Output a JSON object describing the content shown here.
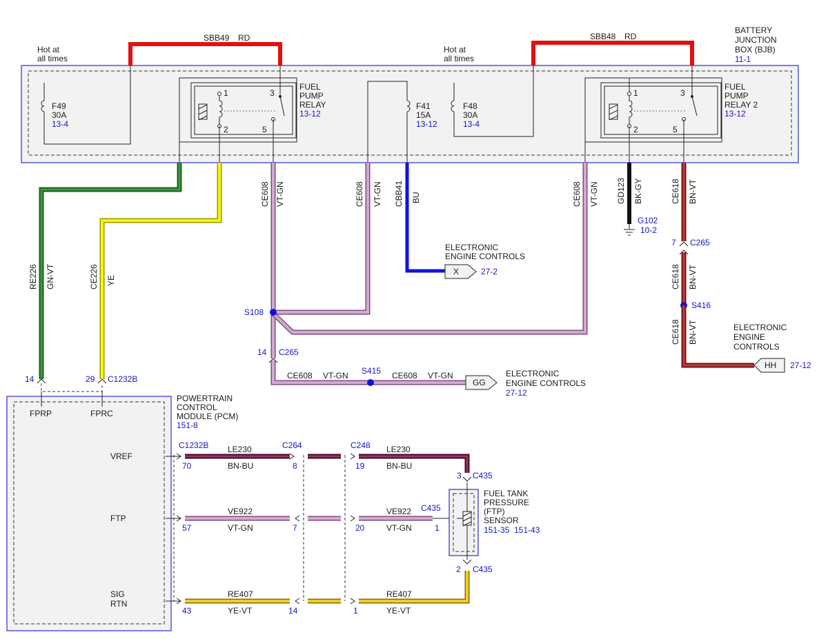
{
  "bjb": {
    "title": [
      "BATTERY",
      "JUNCTION",
      "BOX (BJB)"
    ],
    "ref": "11-1"
  },
  "hot_left": [
    "Hot at",
    "all times"
  ],
  "hot_right": [
    "Hot at",
    "all times"
  ],
  "sbb49": {
    "circuit": "SBB49",
    "color": "RD"
  },
  "sbb48": {
    "circuit": "SBB48",
    "color": "RD"
  },
  "f49": {
    "name": "F49",
    "amps": "30A",
    "ref": "13-4"
  },
  "f41": {
    "name": "F41",
    "amps": "15A",
    "ref": "13-12"
  },
  "f48": {
    "name": "F48",
    "amps": "30A",
    "ref": "13-4"
  },
  "relay1": {
    "label": [
      "FUEL",
      "PUMP",
      "RELAY"
    ],
    "ref": "13-12",
    "pins": [
      "1",
      "3",
      "2",
      "5"
    ]
  },
  "relay2": {
    "label": [
      "FUEL",
      "PUMP",
      "RELAY 2"
    ],
    "ref": "13-12",
    "pins": [
      "1",
      "3",
      "2",
      "5"
    ]
  },
  "wires": {
    "re226": {
      "circuit": "RE226",
      "color": "GN-VT"
    },
    "ce226": {
      "circuit": "CE226",
      "color": "YE"
    },
    "ce608_a": {
      "circuit": "CE608",
      "color": "VT-GN"
    },
    "ce608_b": {
      "circuit": "CE608",
      "color": "VT-GN"
    },
    "cbb41": {
      "circuit": "CBB41",
      "color": "BU"
    },
    "ce608_c": {
      "circuit": "CE608",
      "color": "VT-GN"
    },
    "gd123": {
      "circuit": "GD123",
      "color": "BK-GY"
    },
    "ce618_a": {
      "circuit": "CE618",
      "color": "BN-VT"
    },
    "ce618_b": {
      "circuit": "CE618",
      "color": "BN-VT"
    },
    "ce618_c": {
      "circuit": "CE618",
      "color": "BN-VT"
    },
    "ce608_h1": {
      "circuit": "CE608",
      "color": "VT-GN"
    },
    "ce608_h2": {
      "circuit": "CE608",
      "color": "VT-GN"
    }
  },
  "ground": {
    "name": "G102",
    "ref": "10-2"
  },
  "eec_x": {
    "title": [
      "ELECTRONIC",
      "ENGINE CONTROLS"
    ],
    "connector": "X",
    "ref": "27-2"
  },
  "eec_gg": {
    "title": [
      "ELECTRONIC",
      "ENGINE CONTROLS"
    ],
    "connector": "GG",
    "ref": "27-12"
  },
  "eec_hh": {
    "title": [
      "ELECTRONIC",
      "ENGINE",
      "CONTROLS"
    ],
    "connector": "HH",
    "ref": "27-12"
  },
  "splices": {
    "s108": "S108",
    "s415": "S415",
    "s416": "S416"
  },
  "c265_right": {
    "pin": "7",
    "name": "C265"
  },
  "c265_left": {
    "pin": "14",
    "name": "C265"
  },
  "c1232b_top": {
    "pin_a": "14",
    "pin_b": "29",
    "name": "C1232B"
  },
  "pcm": {
    "title": [
      "POWERTRAIN",
      "CONTROL",
      "MODULE (PCM)"
    ],
    "ref": "151-8",
    "pin_fprp": "FPRP",
    "pin_fprc": "FPRC",
    "pin_vref": "VREF",
    "pin_ftp": "FTP",
    "pin_sig": [
      "SIG",
      "RTN"
    ]
  },
  "bottom": {
    "c1232b": "C1232B",
    "c264": "C264",
    "c248": "C248",
    "c435_top": "C435",
    "c435_mid": "C435",
    "c435_bot": "C435",
    "vref": {
      "circuit": "LE230",
      "color": "BN-BU",
      "pin_pcm": "70",
      "pin_c264": "8",
      "pin_c248": "19",
      "pin_sensor": "3",
      "circuit2": "LE230",
      "color2": "BN-BU"
    },
    "ftp": {
      "circuit": "VE922",
      "color": "VT-GN",
      "pin_pcm": "57",
      "pin_c264": "7",
      "pin_c248": "20",
      "pin_sensor": "1",
      "circuit2": "VE922",
      "color2": "VT-GN"
    },
    "sig": {
      "circuit": "RE407",
      "color": "YE-VT",
      "pin_pcm": "43",
      "pin_c264": "14",
      "pin_c248": "1",
      "pin_sensor": "2",
      "circuit2": "RE407",
      "color2": "YE-VT"
    }
  },
  "ftp_sensor": {
    "label": [
      "FUEL TANK",
      "PRESSURE",
      "(FTP)",
      "SENSOR"
    ],
    "ref1": "151-35",
    "ref2": "151-43"
  },
  "colors": {
    "red": "#e50f0f",
    "green": "#2b7a2b",
    "yellow": "#f2f20a",
    "violet": "#c48fc4",
    "blue": "#1010e6",
    "black": "#111111",
    "brown": "#8b2020",
    "ye_vt": "#e6c21a",
    "bn_bu": "#7a1f3d"
  }
}
